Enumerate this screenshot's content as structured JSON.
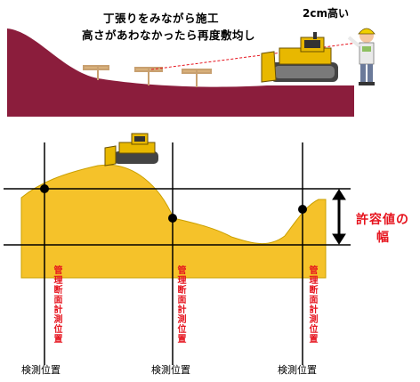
{
  "captions": {
    "line1": "丁張りをみながら施工",
    "line2": "高さがあわなかったら再度敷均し",
    "height_note": "2cm高い"
  },
  "tolerance": {
    "line1": "許容値の",
    "line2": "幅"
  },
  "sections": [
    {
      "vertical_label": "管理断面計測位置",
      "bottom_label": "検測位置"
    },
    {
      "vertical_label": "管理断面計測位置",
      "bottom_label": "検測位置"
    },
    {
      "vertical_label": "管理断面計測位置",
      "bottom_label": "検測位置"
    }
  ],
  "colors": {
    "ground": "#8b1d3c",
    "fill": "#f5c22a",
    "tolerance_text": "#e6141e",
    "bulldozer": "#e8b800"
  }
}
